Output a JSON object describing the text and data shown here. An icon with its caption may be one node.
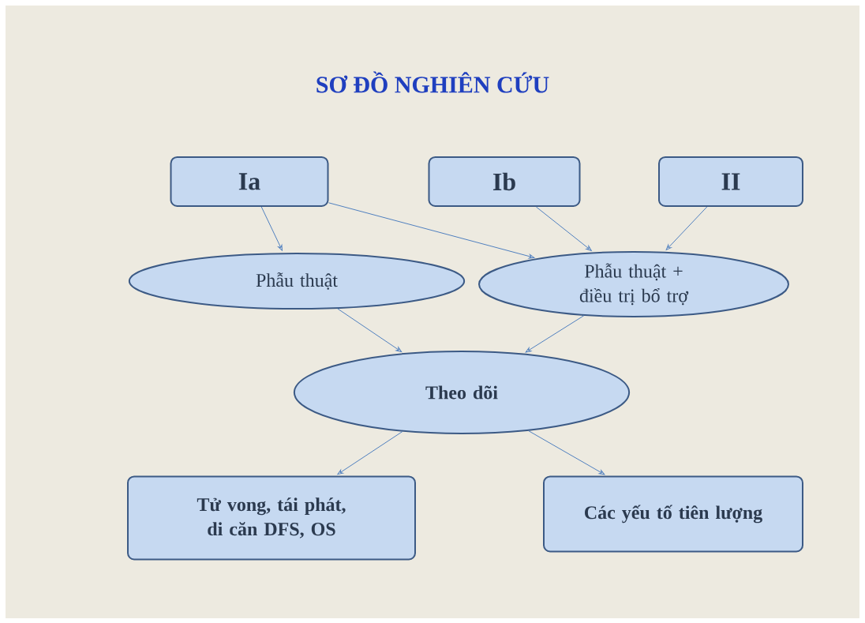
{
  "diagram": {
    "title": "SƠ ĐỒ NGHIÊN CỨU",
    "nodes": [
      {
        "text": [
          "Ia"
        ]
      },
      {
        "text": [
          "Ib"
        ]
      },
      {
        "text": [
          "II"
        ]
      },
      {
        "text": [
          "Phẫu thuật"
        ]
      },
      {
        "text": [
          "Phẫu thuật + điều trị bổ trợ"
        ]
      },
      {
        "text": [
          "Theo dõi"
        ]
      },
      {
        "text": [
          "Tử vong, tái phát, di căn DFS, OS"
        ]
      },
      {
        "text": [
          "Các yếu tố tiên lượng"
        ]
      }
    ],
    "edges": [
      {
        "from": 0,
        "to": 3,
        "arrow": "to"
      },
      {
        "from": 0,
        "to": 4,
        "arrow": "to"
      },
      {
        "from": 1,
        "to": 4,
        "arrow": "to"
      },
      {
        "from": 2,
        "to": 4,
        "arrow": "to"
      },
      {
        "from": 3,
        "to": 5,
        "arrow": "to"
      },
      {
        "from": 4,
        "to": 5,
        "arrow": "to"
      },
      {
        "from": 5,
        "to": 6,
        "arrow": "to"
      },
      {
        "from": 5,
        "to": 7,
        "arrow": "to"
      }
    ]
  }
}
